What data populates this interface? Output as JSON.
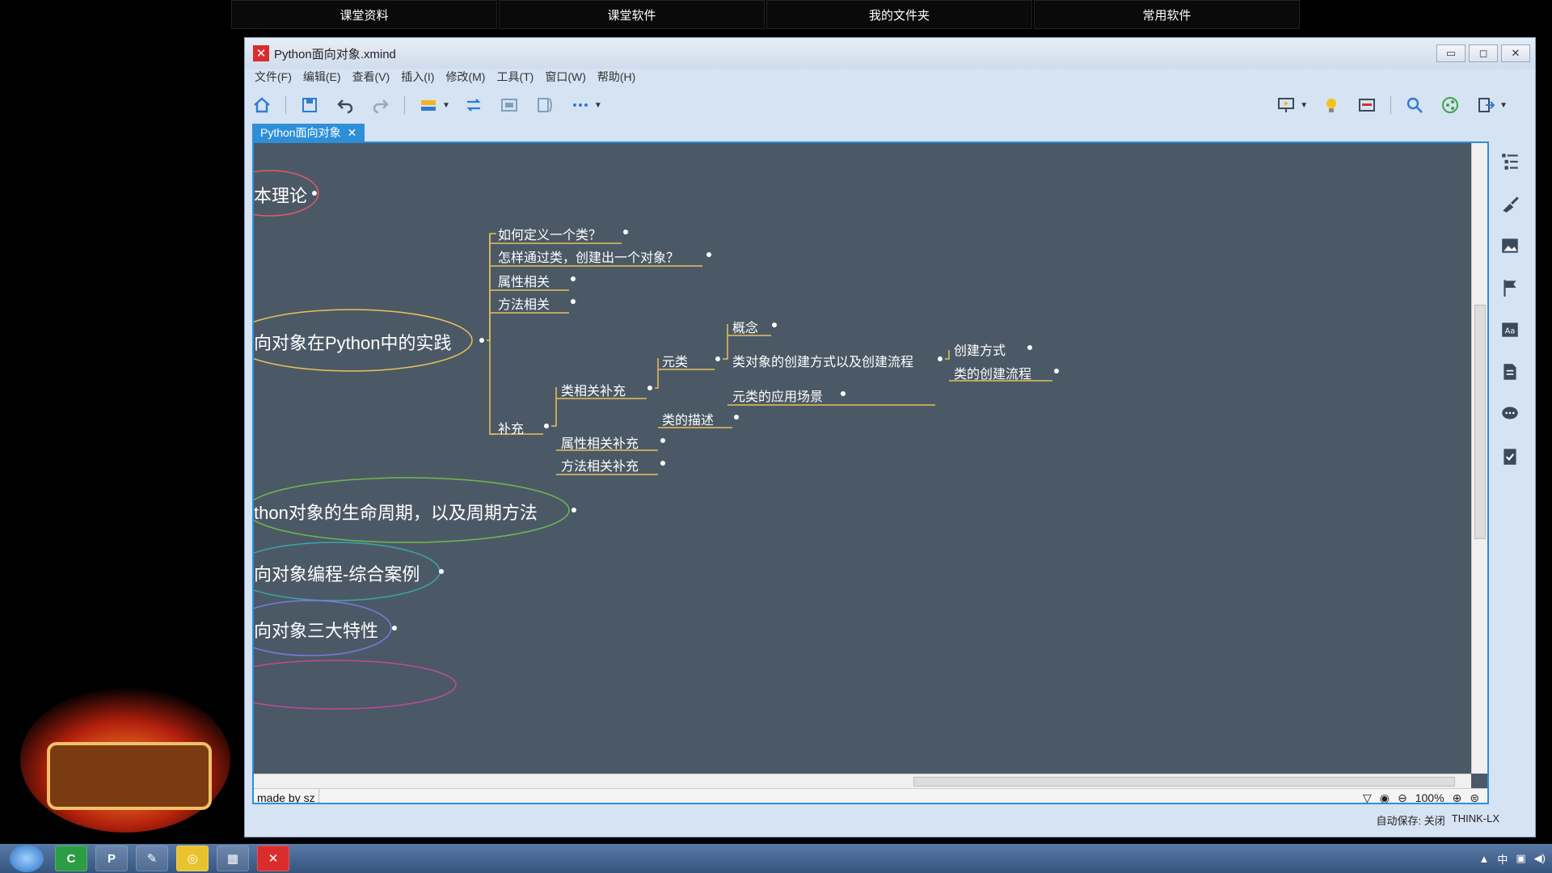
{
  "dock_tabs": [
    "课堂资料",
    "课堂软件",
    "我的文件夹",
    "常用软件"
  ],
  "window": {
    "title": "Python面向对象.xmind",
    "app_icon": "xmind-icon",
    "controls": [
      "minimize",
      "maximize",
      "close"
    ]
  },
  "menu": [
    "文件(F)",
    "编辑(E)",
    "查看(V)",
    "插入(I)",
    "修改(M)",
    "工具(T)",
    "窗口(W)",
    "帮助(H)"
  ],
  "doc_tab": {
    "label": "Python面向对象",
    "close": "✕"
  },
  "mindmap": {
    "main_topics": {
      "t1": "本理论",
      "t2": "向对象在Python中的实践",
      "t3": "thon对象的生命周期，以及周期方法",
      "t4": "向对象编程-综合案例",
      "t5": "向对象三大特性"
    },
    "subtopics": {
      "s1": "如何定义一个类？",
      "s2": "怎样通过类，创建出一个对象？",
      "s3": "属性相关",
      "s4": "方法相关",
      "s5": "补充",
      "s6": "类相关补充",
      "s7": "属性相关补充",
      "s8": "方法相关补充",
      "s9": "元类",
      "s10": "类的描述",
      "s11": "概念",
      "s12": "类对象的创建方式以及创建流程",
      "s13": "元类的应用场景",
      "s14": "创建方式",
      "s15": "类的创建流程"
    }
  },
  "footer": {
    "label": "made by sz",
    "zoom": "100%",
    "autosave": "自动保存: 关闭",
    "user": "THINK-LX"
  },
  "colors": {
    "canvas_bg": "#4b5966",
    "branch": "#e8c15a",
    "accent": "#2e8fd8"
  }
}
